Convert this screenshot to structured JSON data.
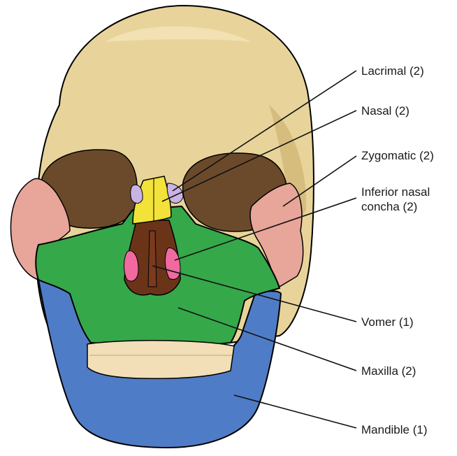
{
  "labels": {
    "lacrimal": "Lacrimal (2)",
    "nasal": "Nasal (2)",
    "zygomatic": "Zygomatic (2)",
    "inferior_nasal_line1": "Inferior nasal",
    "inferior_nasal_line2": "concha (2)",
    "vomer": "Vomer (1)",
    "maxilla": "Maxilla (2)",
    "mandible": "Mandible (1)"
  },
  "colors": {
    "cranium": "#e8d49a",
    "cranium_shadow": "#c9ab6a",
    "orbit": "#6b4a2c",
    "zygomatic": "#e8a59a",
    "maxilla": "#35a84a",
    "mandible": "#4f7cc6",
    "nasal": "#f2e23a",
    "lacrimal": "#c9b3e3",
    "vomer": "#7a3a20",
    "inferior_concha": "#f06aa0",
    "teeth": "#f2dfb8",
    "leader_line": "#111111"
  }
}
